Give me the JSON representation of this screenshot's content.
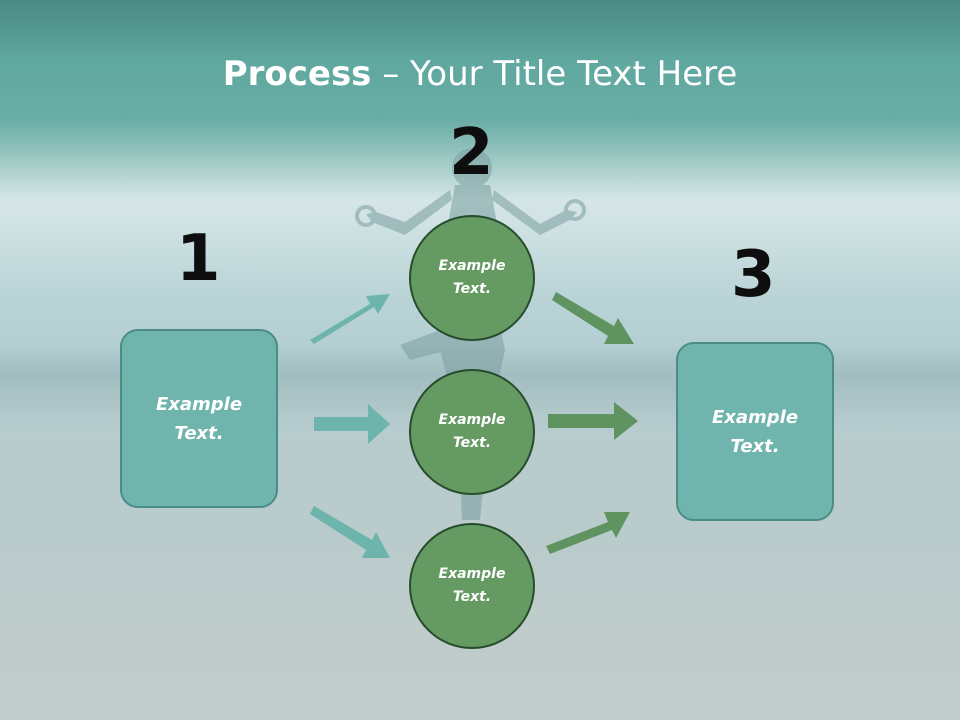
{
  "slide": {
    "title_bold": "Process",
    "title_rest": " – Your Title Text Here"
  },
  "steps": {
    "step1": "1",
    "step2": "2",
    "step3": "3"
  },
  "boxes": {
    "left": "Example\nText.",
    "right": "Example\nText."
  },
  "circles": {
    "top": "Example\nText.",
    "middle": "Example\nText.",
    "bottom": "Example\nText."
  },
  "colors": {
    "teal_box": "#6fb5ad",
    "teal_arrow": "#6db5ac",
    "green_circle": "#659a63",
    "green_arrow": "#5f9460"
  },
  "icons": [
    "arrow-icon"
  ]
}
